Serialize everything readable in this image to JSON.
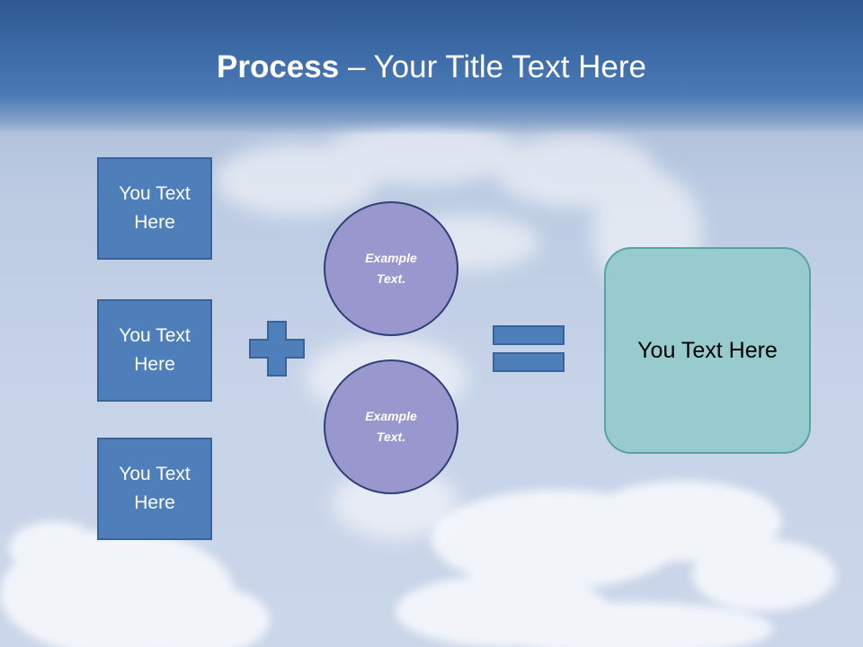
{
  "slide": {
    "title_bold": "Process",
    "title_rest": " – Your Title Text Here"
  },
  "inputs": [
    {
      "label": "You Text\nHere"
    },
    {
      "label": "You Text\nHere"
    },
    {
      "label": "You Text\nHere"
    }
  ],
  "examples": [
    {
      "label": "Example\nText."
    },
    {
      "label": "Example\nText."
    }
  ],
  "result": {
    "label": "You Text Here"
  },
  "colors": {
    "header": "#3b69a5",
    "input_box": "#4f7fbb",
    "example_circle": "#9997cd",
    "result_box": "#98cbcd",
    "operator": "#4f7fbb"
  }
}
